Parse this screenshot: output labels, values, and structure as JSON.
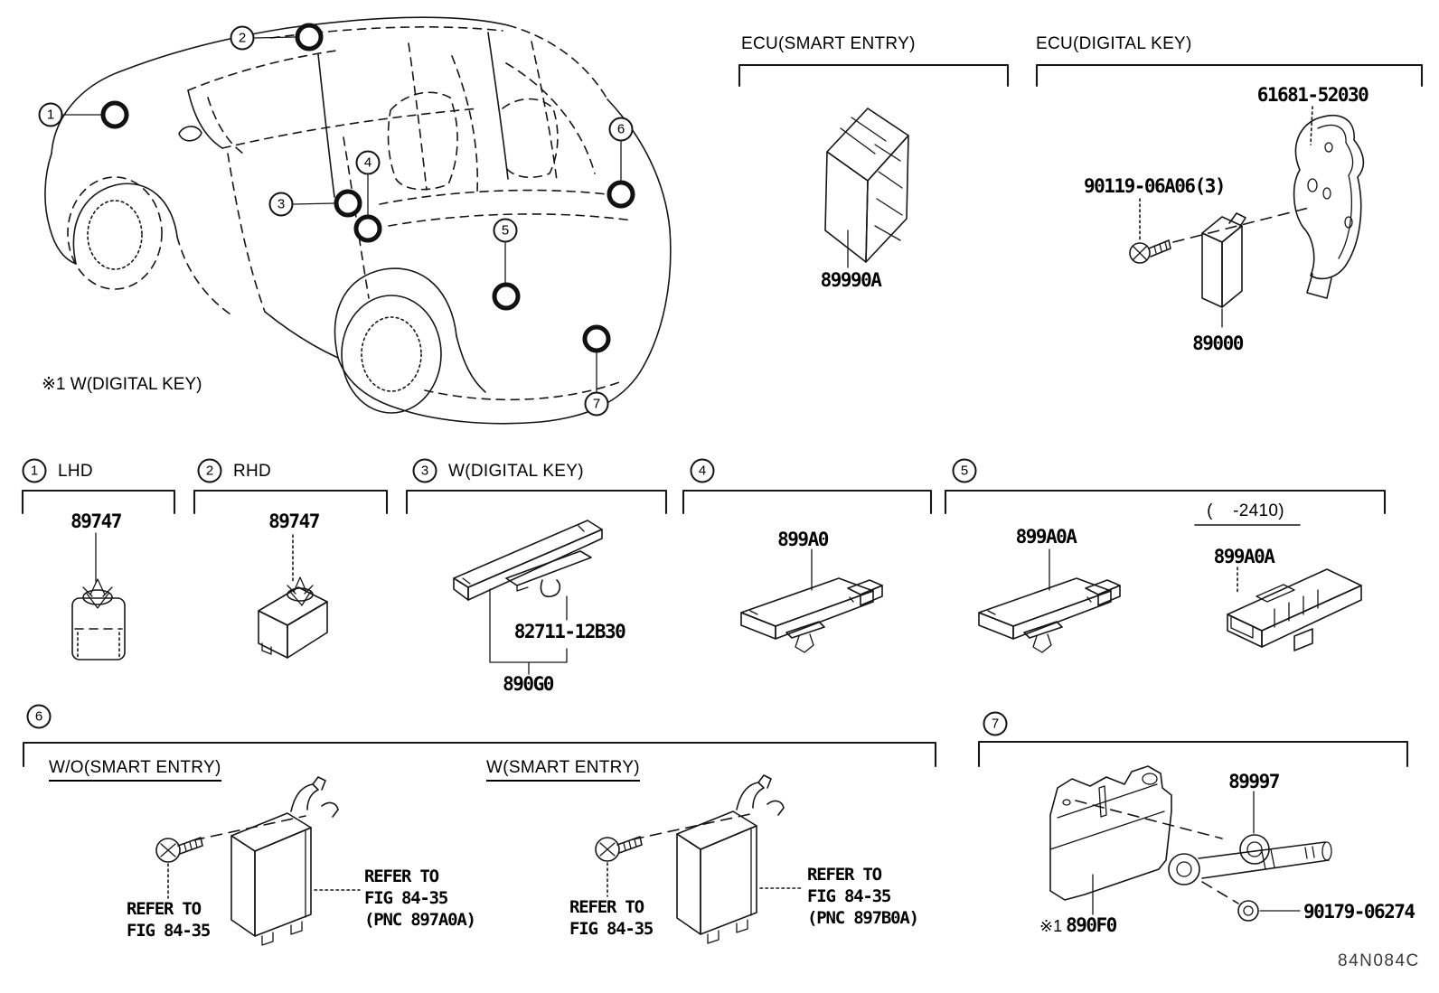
{
  "footer": {
    "drawing_code": "84N084C"
  },
  "car_view": {
    "note": "※1 W(DIGITAL KEY)",
    "callouts": {
      "c1": "1",
      "c2": "2",
      "c3": "3",
      "c4": "4",
      "c5": "5",
      "c6": "6",
      "c7": "7"
    }
  },
  "ecu_smart_entry": {
    "title": "ECU(SMART ENTRY)",
    "ecu_part": "89990A"
  },
  "ecu_digital_key": {
    "title": "ECU(DIGITAL KEY)",
    "panel_part": "61681-52030",
    "screw_part": "90119-06A06(3)",
    "ecu_part": "89000"
  },
  "section_1": {
    "num": "1",
    "label": "LHD",
    "buzzer_part": "89747"
  },
  "section_2": {
    "num": "2",
    "label": "RHD",
    "buzzer_part": "89747"
  },
  "section_3": {
    "num": "3",
    "label": "W(DIGITAL KEY)",
    "antenna_part": "82711-12B30",
    "assy_part": "890G0"
  },
  "section_4": {
    "num": "4",
    "antenna_part": "899A0"
  },
  "section_5": {
    "num": "5",
    "antenna_part": "899A0A",
    "variant_range": "(    -2410)",
    "variant_part": "899A0A"
  },
  "section_6": {
    "num": "6",
    "without_smart_entry": {
      "label": "W/O(SMART ENTRY)",
      "screw_ref": "REFER TO\nFIG 84-35",
      "ecu_ref": "REFER TO\nFIG 84-35\n(PNC 897A0A)"
    },
    "with_smart_entry": {
      "label": "W(SMART ENTRY)",
      "screw_ref": "REFER TO\nFIG 84-35",
      "ecu_ref": "REFER TO\nFIG 84-35\n(PNC 897B0A)"
    }
  },
  "section_7": {
    "num": "7",
    "grommet_part": "89997",
    "bracket_note": "※1",
    "bracket_part": "890F0",
    "screw_part": "90179-06274"
  }
}
